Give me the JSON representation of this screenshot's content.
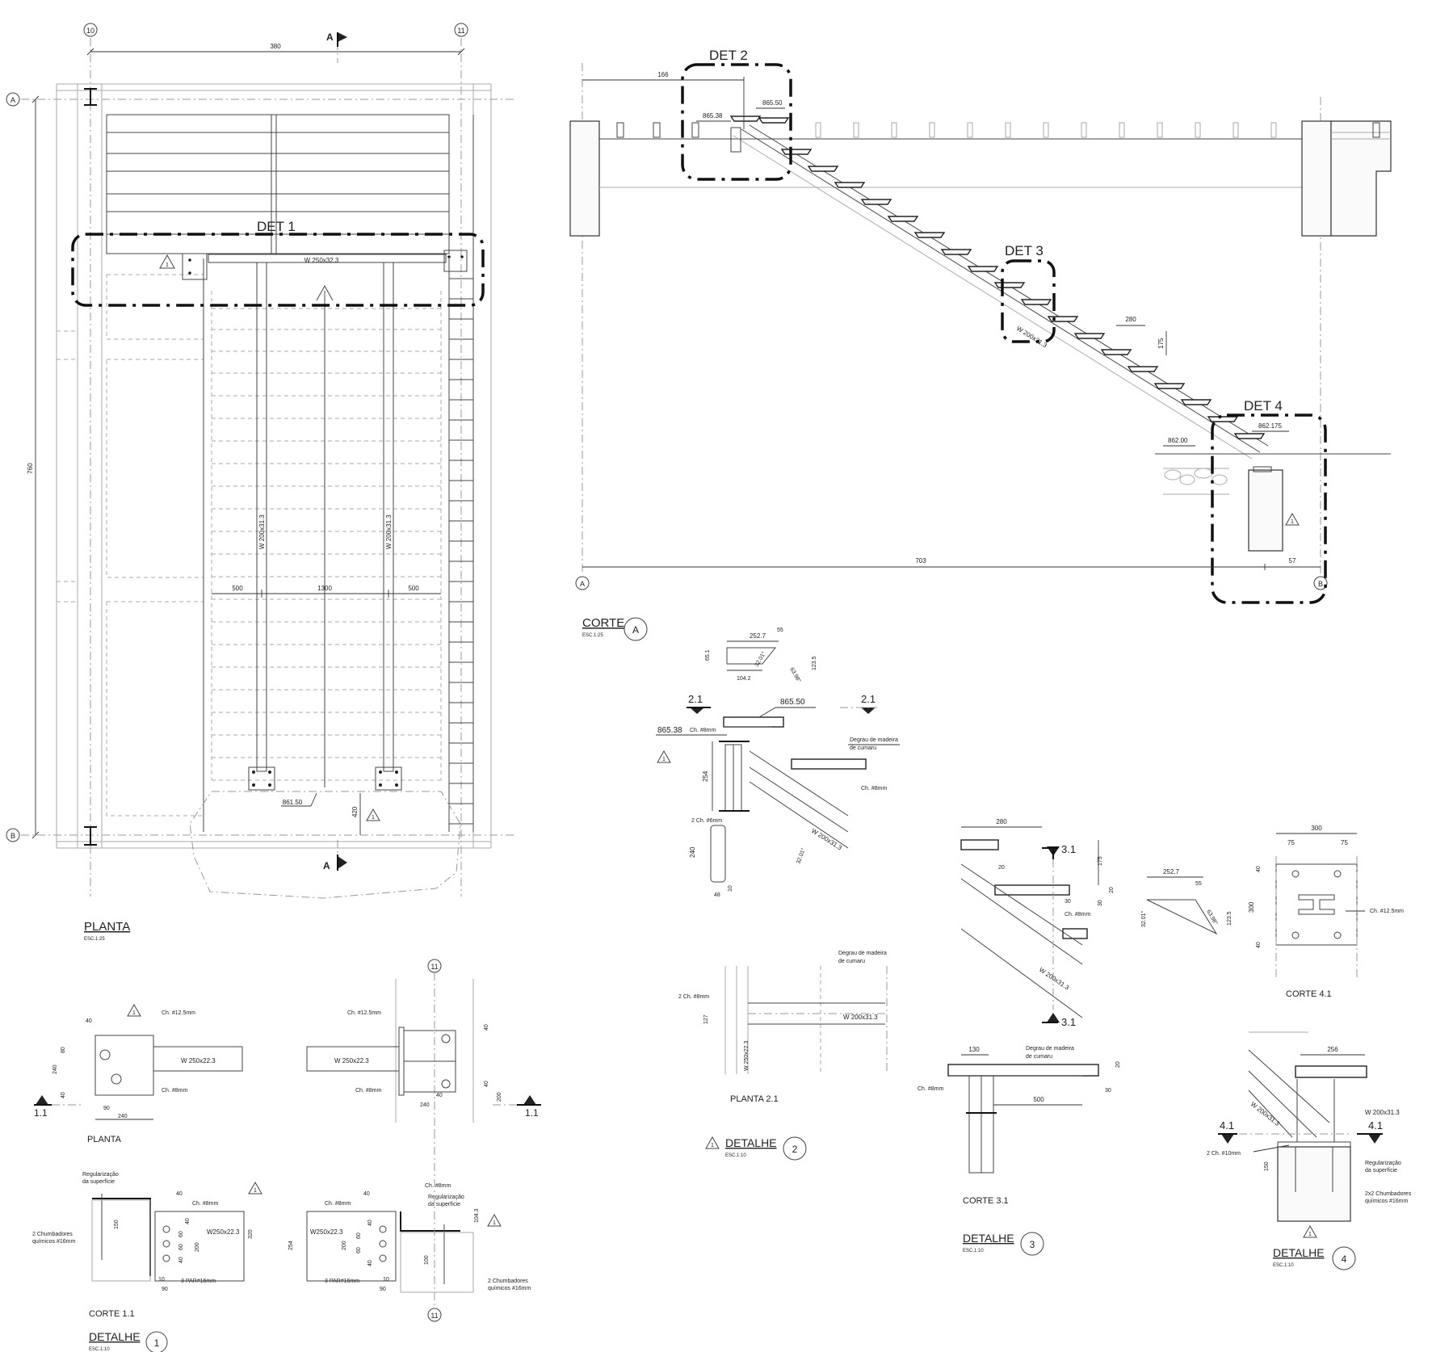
{
  "planta": {
    "grid_left": "10",
    "grid_right": "11",
    "grid_top": "A",
    "grid_bottom": "B",
    "section_marker": "A",
    "dim_width": "380",
    "dim_height": "760",
    "det1_label": "DET 1",
    "beam_top": "W 250x32.3",
    "stringer_left": "W 200x31.3",
    "stringer_right": "W 200x31.3",
    "dim_500_left": "500",
    "dim_1300": "1300",
    "dim_500_right": "500",
    "level": "861.50",
    "dim_420": "420",
    "title": "PLANTA",
    "scale": "ESC.1:25"
  },
  "corte_a": {
    "det2_label": "DET 2",
    "det3_label": "DET 3",
    "det4_label": "DET 4",
    "dim_166": "166",
    "level_86538": "865.38",
    "level_86550": "865.50",
    "level_862175": "862.175",
    "level_86200": "862.00",
    "stringer": "W 200x31.3",
    "tread_dim": "280",
    "riser_dim": "175",
    "dim_703": "703",
    "dim_57": "57",
    "grid_a": "A",
    "grid_b": "B",
    "title": "CORTE",
    "scale": "ESC.1:25",
    "circle": "A"
  },
  "detalhe1": {
    "planta_label": "PLANTA",
    "plate_top": "Ch. #12.5mm",
    "beam": "W 250x22.3",
    "plate_bottom": "Ch. #8mm",
    "d40": "40",
    "d80": "80",
    "d240": "240",
    "d40b": "40",
    "d90": "90",
    "d240b": "240",
    "section_11": "1.1",
    "grid_11": "11",
    "elev_plate_top": "Ch. #12.5mm",
    "elev_beam": "W 250x22.3",
    "elev_plate_bottom": "Ch. #8mm",
    "e40": "40",
    "e40b": "40",
    "e200": "200",
    "e240": "240",
    "e40c": "40",
    "corte_label": "CORTE 1.1",
    "reg": "Regularização",
    "reg2": "da superfície",
    "chumb1": "2 Chumbadores",
    "chumb2": "químicos #16mm",
    "c40": "40",
    "c_ch8": "Ch. #8mm",
    "c150": "150",
    "c_w": "W250x22.3",
    "c40b": "40",
    "c60": "60",
    "c60b": "60",
    "c40c": "40",
    "c200": "200",
    "c320": "320",
    "c10": "10",
    "c90": "90",
    "c_par": "3 PAR#16mm",
    "r_ch8": "Ch. #8mm",
    "r40": "40",
    "r_ch8b": "Ch. #8mm",
    "r_reg": "Regularização",
    "r_reg2": "da superfície",
    "r_w": "W250x22.3",
    "r254": "254",
    "r200": "200",
    "r60": "60",
    "r60b": "60",
    "r40b": "40",
    "r1043": "104.3",
    "r100": "100",
    "r10": "10",
    "r90": "90",
    "r_par": "3 PAR#16mm",
    "r_chumb1": "2 Chumbadores",
    "r_chumb2": "químicos #16mm",
    "title": "DETALHE",
    "scale": "ESC.1:10",
    "circle": "1"
  },
  "detalhe2": {
    "d2527": "252.7",
    "d55": "55",
    "d651": "65.1",
    "d3201": "32.01°",
    "d6398": "63.98°",
    "d1235": "123.5",
    "d1042": "104.2",
    "sec21": "2.1",
    "sec21b": "2.1",
    "lvl86550": "865.50",
    "lvl86538": "865.38",
    "ch8": "Ch. #8mm",
    "degrau1": "Degrau de madeira",
    "degrau2": "de cumaru",
    "ch8b": "Ch. #8mm",
    "d254": "254",
    "ch6": "2 Ch. #6mm",
    "stringer": "W 200x31.3",
    "d3201b": "32.01°",
    "d240": "240",
    "d48": "48",
    "d10": "10",
    "p_degrau1": "Degrau de madeira",
    "p_degrau2": "de cumaru",
    "p_ch8": "2 Ch. #8mm",
    "p127": "127",
    "p_beam": "W 250x22.3",
    "p_str": "W 200x31.3",
    "planta_label": "PLANTA 2.1",
    "title": "DETALHE",
    "scale": "ESC.1:10",
    "circle": "2"
  },
  "detalhe3": {
    "d280": "280",
    "d175": "175",
    "sec31": "3.1",
    "sec31b": "3.1",
    "d20": "20",
    "d20b": "20",
    "d30": "30",
    "d30b": "30",
    "ch8": "Ch. #8mm",
    "stringer": "W 200x31.3",
    "d130": "130",
    "degrau1": "Degrau de madeira",
    "degrau2": "de cumaru",
    "ch8b": "Ch. #8mm",
    "d500": "500",
    "d20c": "20",
    "d30c": "30",
    "corte_label": "CORTE 3.1",
    "title": "DETALHE",
    "scale": "ESC.1:10",
    "circle": "3"
  },
  "detalhe4": {
    "d2527": "252.7",
    "d55": "55",
    "d3201": "32.01°",
    "d6398": "63.98°",
    "d1235": "123.5",
    "d300": "300",
    "d75": "75",
    "d75b": "75",
    "d40": "40",
    "d300b": "300",
    "d40b": "40",
    "ch125": "Ch. #12.5mm",
    "corte_label": "CORTE 4.1",
    "d256": "256",
    "stringer": "W 200x31.3",
    "stringer2": "W 200x31.3",
    "sec41": "4.1",
    "sec41b": "4.1",
    "ch10": "2 Ch. #10mm",
    "d150": "150",
    "reg1": "Regularização",
    "reg2": "da superfície",
    "chumb1": "2x2 Chumbadores",
    "chumb2": "químicos #16mm",
    "title": "DETALHE",
    "scale": "ESC.1:10",
    "circle": "4"
  }
}
